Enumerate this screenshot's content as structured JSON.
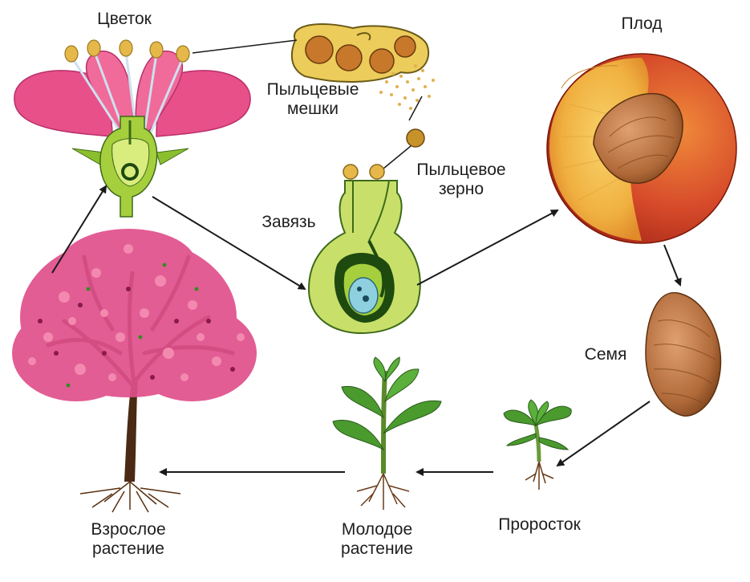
{
  "labels": {
    "flower": "Цветок",
    "pollen_sacs": [
      "Пыльцевые",
      "мешки"
    ],
    "pollen_grain": [
      "Пыльцевое",
      "зерно"
    ],
    "ovary": "Завязь",
    "fruit": "Плод",
    "seed": "Семя",
    "sprout": "Проросток",
    "young_plant": [
      "Молодое",
      "растение"
    ],
    "adult_plant": [
      "Взрослое",
      "растение"
    ]
  },
  "colors": {
    "petal": "#e8508a",
    "petal_light": "#f489b0",
    "green": "#a6cf3d",
    "green_light": "#d9ec7e",
    "dark_green": "#2f6b1e",
    "pollen": "#e6b84a",
    "peach_flesh": "#f4c24a",
    "peach_skin": "#d84a2a",
    "stone": "#b06a3a",
    "leaf": "#4a9a2e",
    "blossom": "#e0508c",
    "trunk": "#4a2a14",
    "arrow": "#1a1a1a"
  }
}
